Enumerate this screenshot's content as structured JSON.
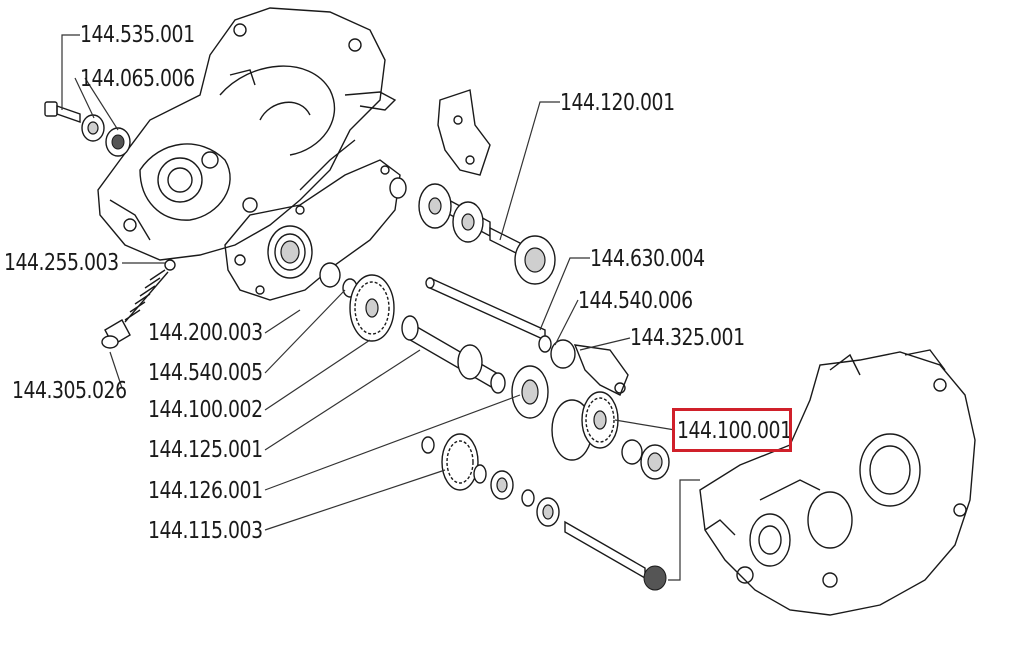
{
  "diagram": {
    "labels": [
      {
        "id": "l1",
        "text": "144.535.001"
      },
      {
        "id": "l2",
        "text": "144.065.006"
      },
      {
        "id": "l3",
        "text": "144.255.003"
      },
      {
        "id": "l4",
        "text": "144.305.026"
      },
      {
        "id": "l5",
        "text": "144.200.003"
      },
      {
        "id": "l6",
        "text": "144.540.005"
      },
      {
        "id": "l7",
        "text": "144.100.002"
      },
      {
        "id": "l8",
        "text": "144.125.001"
      },
      {
        "id": "l9",
        "text": "144.126.001"
      },
      {
        "id": "l10",
        "text": "144.115.003"
      },
      {
        "id": "l11",
        "text": "144.120.001"
      },
      {
        "id": "l12",
        "text": "144.630.004"
      },
      {
        "id": "l13",
        "text": "144.540.006"
      },
      {
        "id": "l14",
        "text": "144.325.001"
      },
      {
        "id": "l15",
        "text": "144.100.001"
      }
    ],
    "highlighted_label": "144.100.001",
    "highlight_color": "#d0202a"
  }
}
